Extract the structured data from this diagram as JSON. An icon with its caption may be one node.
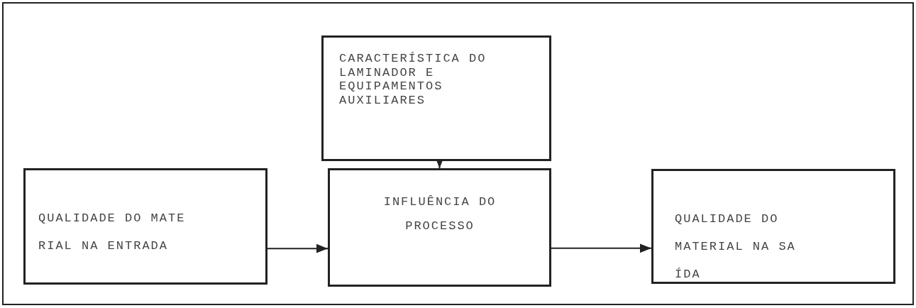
{
  "diagram": {
    "nodes": [
      {
        "text": [
          "CARACTERÍSTICA DO LAMINADOR E EQUIPAMENTOS AUXILIARES"
        ]
      },
      {
        "text": [
          "QUALIDADE DO MATE RIAL NA ENTRADA"
        ]
      },
      {
        "text": [
          "INFLUÊNCIA DO PROCESSO"
        ]
      },
      {
        "text": [
          "QUALIDADE DO MATERIAL NA SA ÍDA"
        ]
      }
    ],
    "edges": [
      {
        "from": 0,
        "to": 2,
        "arrow": "to"
      },
      {
        "from": 1,
        "to": 2,
        "arrow": "to"
      },
      {
        "from": 2,
        "to": 3,
        "arrow": "to"
      }
    ]
  }
}
